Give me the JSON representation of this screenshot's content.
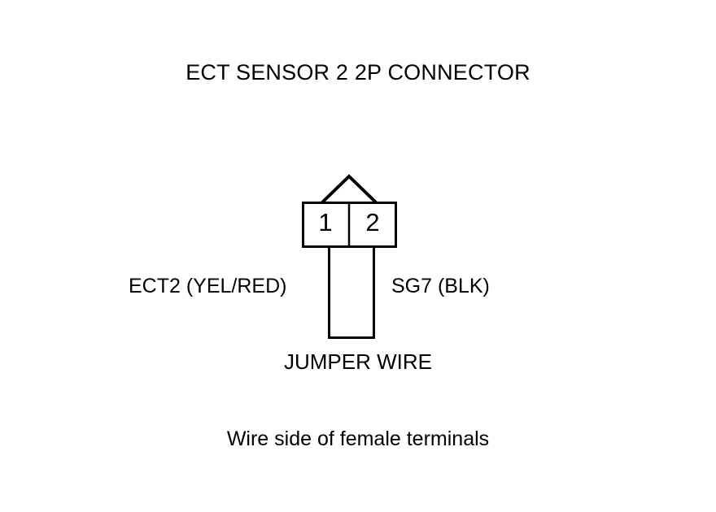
{
  "diagram": {
    "title": "ECT SENSOR 2 2P CONNECTOR",
    "caption": "Wire side of female terminals",
    "jumper_label": "JUMPER WIRE",
    "line_color": "#000000",
    "background_color": "#ffffff",
    "connector": {
      "terminal_count": 2,
      "terminals": [
        {
          "number": "1",
          "wire_label": "ECT2 (YEL/RED)",
          "wire_color": "YEL/RED",
          "circuit": "ECT2"
        },
        {
          "number": "2",
          "wire_label": "SG7 (BLK)",
          "wire_color": "BLK",
          "circuit": "SG7"
        }
      ]
    },
    "labels": {
      "left": "ECT2 (YEL/RED)",
      "right": "SG7 (BLK)"
    }
  }
}
